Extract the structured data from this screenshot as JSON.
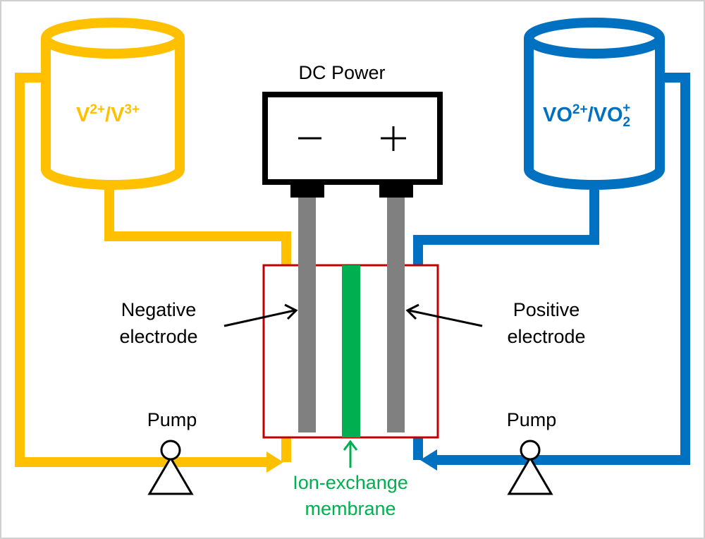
{
  "power": {
    "title": "DC Power",
    "minus": "−",
    "plus": "+"
  },
  "left_tank": {
    "base": "V",
    "sup1": "2+",
    "mid": "/V",
    "sup2": "3+"
  },
  "right_tank": {
    "base": "VO",
    "sup1": "2+",
    "mid": "/VO",
    "sub2": "2",
    "sup2": "+"
  },
  "labels": {
    "negative_line1": "Negative",
    "negative_line2": "electrode",
    "positive_line1": "Positive",
    "positive_line2": "electrode",
    "pump_left": "Pump",
    "pump_right": "Pump",
    "membrane_line1": "Ion-exchange",
    "membrane_line2": "membrane"
  },
  "colors": {
    "negative_loop": "#FFC000",
    "positive_loop": "#0070C0",
    "cell_border": "#C00000",
    "electrode": "#808080",
    "membrane": "#00B050",
    "frame": "#d0d0d0"
  }
}
